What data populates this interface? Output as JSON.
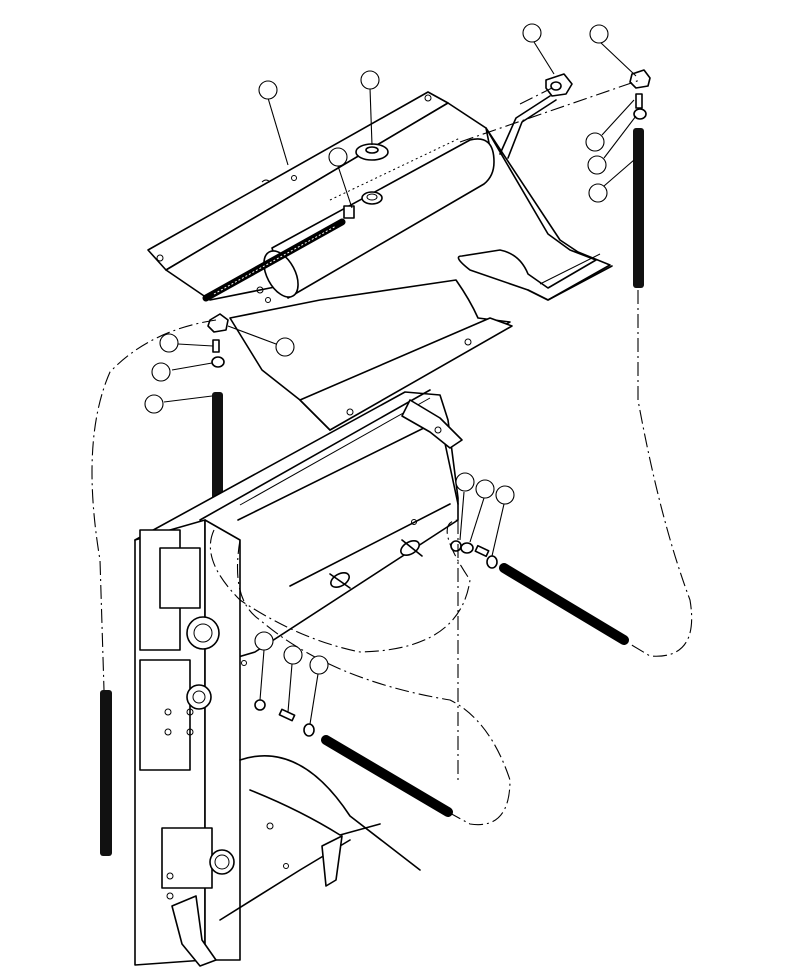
{
  "figure": {
    "kind": "exploded parts diagram",
    "line_color": "#000000",
    "background": "#ffffff"
  },
  "callouts": [
    {
      "id": "c1",
      "label": ""
    },
    {
      "id": "c2",
      "label": ""
    },
    {
      "id": "c3",
      "label": ""
    },
    {
      "id": "c4",
      "label": ""
    },
    {
      "id": "c5",
      "label": ""
    },
    {
      "id": "c6",
      "label": ""
    },
    {
      "id": "c7",
      "label": ""
    },
    {
      "id": "c8",
      "label": ""
    },
    {
      "id": "c9",
      "label": ""
    },
    {
      "id": "c10",
      "label": ""
    },
    {
      "id": "c11",
      "label": ""
    },
    {
      "id": "c12",
      "label": ""
    },
    {
      "id": "c13",
      "label": ""
    },
    {
      "id": "c14",
      "label": ""
    },
    {
      "id": "c15",
      "label": ""
    },
    {
      "id": "c16",
      "label": ""
    },
    {
      "id": "c17",
      "label": ""
    },
    {
      "id": "c18",
      "label": ""
    },
    {
      "id": "c19",
      "label": ""
    },
    {
      "id": "c20",
      "label": ""
    }
  ]
}
